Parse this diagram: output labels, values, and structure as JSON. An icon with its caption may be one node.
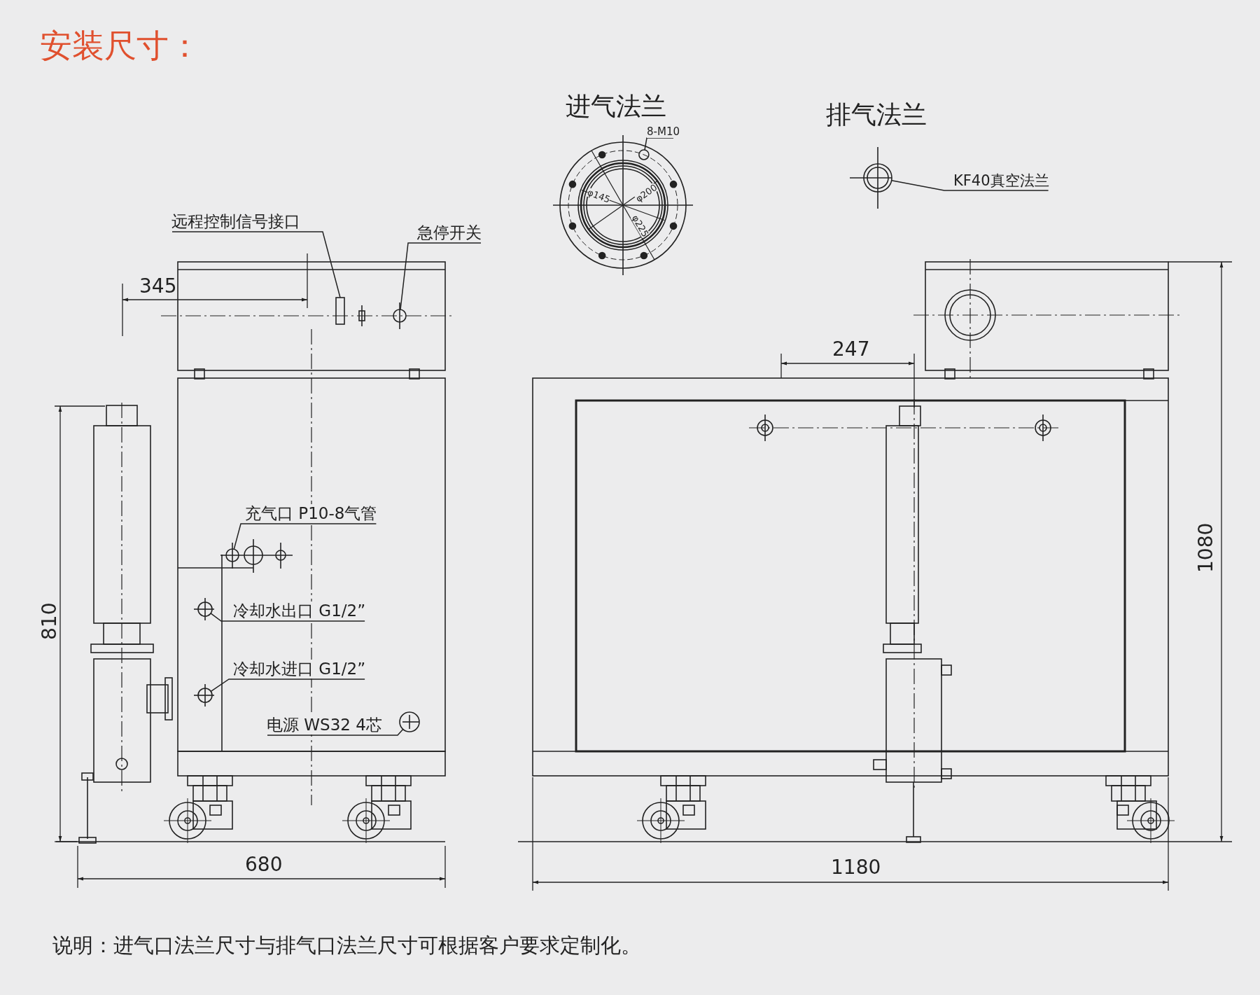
{
  "diagram": {
    "title": "安装尺寸：",
    "caption": "说明：进气口法兰尺寸与排气口法兰尺寸可根据客户要求定制化。",
    "nodes": [
      {
        "text": [
          "远程控制信号接口"
        ]
      },
      {
        "text": [],
        "shape": "box"
      },
      {
        "text": [
          "急停开关"
        ]
      },
      {
        "text": [],
        "shape": "circle"
      },
      {
        "text": [
          "充气口 P10-8气管"
        ]
      },
      {
        "text": [],
        "shape": "circle"
      },
      {
        "text": [
          "冷却水出口 G1/2”"
        ]
      },
      {
        "text": [],
        "shape": "circle"
      },
      {
        "text": [
          "冷却水进口 G1/2”"
        ]
      },
      {
        "text": [],
        "shape": "circle"
      },
      {
        "text": [
          "电源 WS32 4芯"
        ]
      },
      {
        "text": [],
        "shape": "circle"
      },
      {
        "text": [
          "8-M10"
        ]
      },
      {
        "text": [],
        "shape": "circle"
      },
      {
        "text": [
          "KF40真空法兰"
        ]
      },
      {
        "text": [],
        "shape": "circle"
      }
    ],
    "edges": [
      {
        "from": 0,
        "to": 1,
        "arrow": "none"
      },
      {
        "from": 2,
        "to": 3,
        "arrow": "none"
      },
      {
        "from": 4,
        "to": 5,
        "arrow": "none"
      },
      {
        "from": 6,
        "to": 7,
        "arrow": "none"
      },
      {
        "from": 8,
        "to": 9,
        "arrow": "none"
      },
      {
        "from": 10,
        "to": 11,
        "arrow": "none"
      },
      {
        "from": 12,
        "to": 13,
        "arrow": "none"
      },
      {
        "from": 14,
        "to": 15,
        "arrow": "none"
      }
    ],
    "labels": [
      "进气法兰",
      "排气法兰",
      "φ200",
      "φ145",
      "φ225",
      "345",
      "247",
      "1080",
      "810",
      "680",
      "1180"
    ]
  }
}
